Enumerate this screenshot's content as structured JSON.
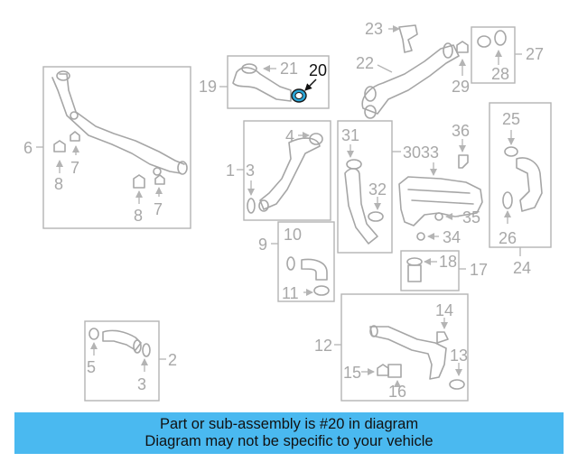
{
  "diagram": {
    "callouts": {
      "c1": "1",
      "c2": "2",
      "c3a": "3",
      "c3b": "3",
      "c4": "4",
      "c5": "5",
      "c6": "6",
      "c7a": "7",
      "c7b": "7",
      "c8a": "8",
      "c8b": "8",
      "c10": "10",
      "c11": "11",
      "c12": "12",
      "c13": "13",
      "c14": "14",
      "c15": "15",
      "c16": "16",
      "c17": "17",
      "c18": "18",
      "c19": "19",
      "c20": "20",
      "c21": "21",
      "c22": "22",
      "c23": "23",
      "c24": "24",
      "c25": "25",
      "c26": "26",
      "c27": "27",
      "c28": "28",
      "c29": "29",
      "c9": "9",
      "c3033": "3033",
      "c31": "31",
      "c32": "32",
      "c34": "34",
      "c35": "35",
      "c36": "36"
    },
    "highlighted_part": "20",
    "colors": {
      "highlight": "#2aa6d8",
      "banner": "#4ab9f0",
      "line": "#b4b4b4",
      "text": "#a8a8a8"
    }
  },
  "banner": {
    "line1": "Part or sub-assembly is #20 in diagram",
    "line2": "Diagram may not be specific to your vehicle"
  }
}
